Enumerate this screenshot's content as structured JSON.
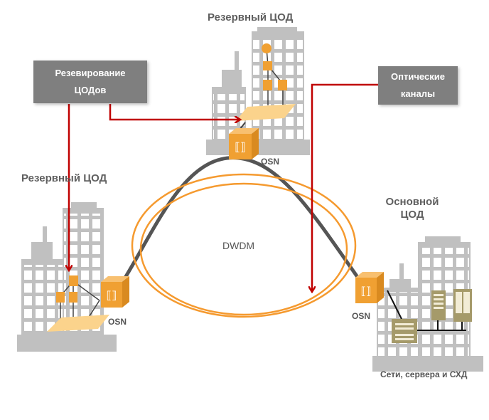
{
  "diagram": {
    "sites": {
      "top": {
        "title": "Резервный ЦОД",
        "device_label": "OSN"
      },
      "left": {
        "title": "Резервный ЦОД",
        "device_label": "OSN"
      },
      "right": {
        "title_line1": "Основной",
        "title_line2": "ЦОД",
        "device_label": "OSN",
        "equipment_label": "Сети, сервера и СХД"
      }
    },
    "ring_label": "DWDM",
    "callouts": {
      "reservation": {
        "line1": "Резевирование",
        "line2": "ЦОДов"
      },
      "optical": {
        "line1": "Оптические",
        "line2": "каналы"
      }
    },
    "colors": {
      "building": "#c0c0c0",
      "window": "#ffffff",
      "ring": "#f59a2f",
      "fiber": "#555555",
      "arrow": "#c00000",
      "osn": "#f0a032",
      "callout": "#7f7f7f",
      "server": "#a59a6a"
    }
  }
}
